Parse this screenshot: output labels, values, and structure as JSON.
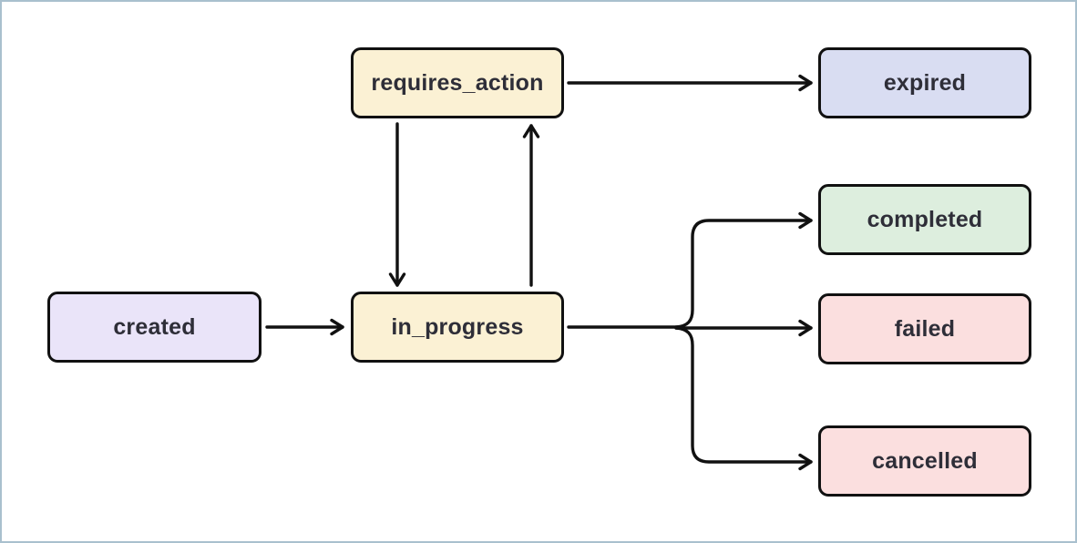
{
  "diagram": {
    "type": "state-flow-diagram",
    "nodes": [
      {
        "id": "created",
        "label": "created",
        "fill": "#eae4f9"
      },
      {
        "id": "in_progress",
        "label": "in_progress",
        "fill": "#fbf1d4"
      },
      {
        "id": "requires_action",
        "label": "requires_action",
        "fill": "#fbf1d4"
      },
      {
        "id": "expired",
        "label": "expired",
        "fill": "#d9ddf2"
      },
      {
        "id": "completed",
        "label": "completed",
        "fill": "#ddeede"
      },
      {
        "id": "failed",
        "label": "failed",
        "fill": "#fbdfdf"
      },
      {
        "id": "cancelled",
        "label": "cancelled",
        "fill": "#fbdfdf"
      }
    ],
    "edges": [
      {
        "from": "created",
        "to": "in_progress"
      },
      {
        "from": "in_progress",
        "to": "requires_action"
      },
      {
        "from": "requires_action",
        "to": "in_progress"
      },
      {
        "from": "requires_action",
        "to": "expired"
      },
      {
        "from": "in_progress",
        "to": "completed"
      },
      {
        "from": "in_progress",
        "to": "failed"
      },
      {
        "from": "in_progress",
        "to": "cancelled"
      }
    ],
    "colors": {
      "node_border": "#111111",
      "node_text": "#2e2e38",
      "arrow": "#111111",
      "frame_border": "#a9c0ce",
      "background": "#ffffff"
    }
  }
}
